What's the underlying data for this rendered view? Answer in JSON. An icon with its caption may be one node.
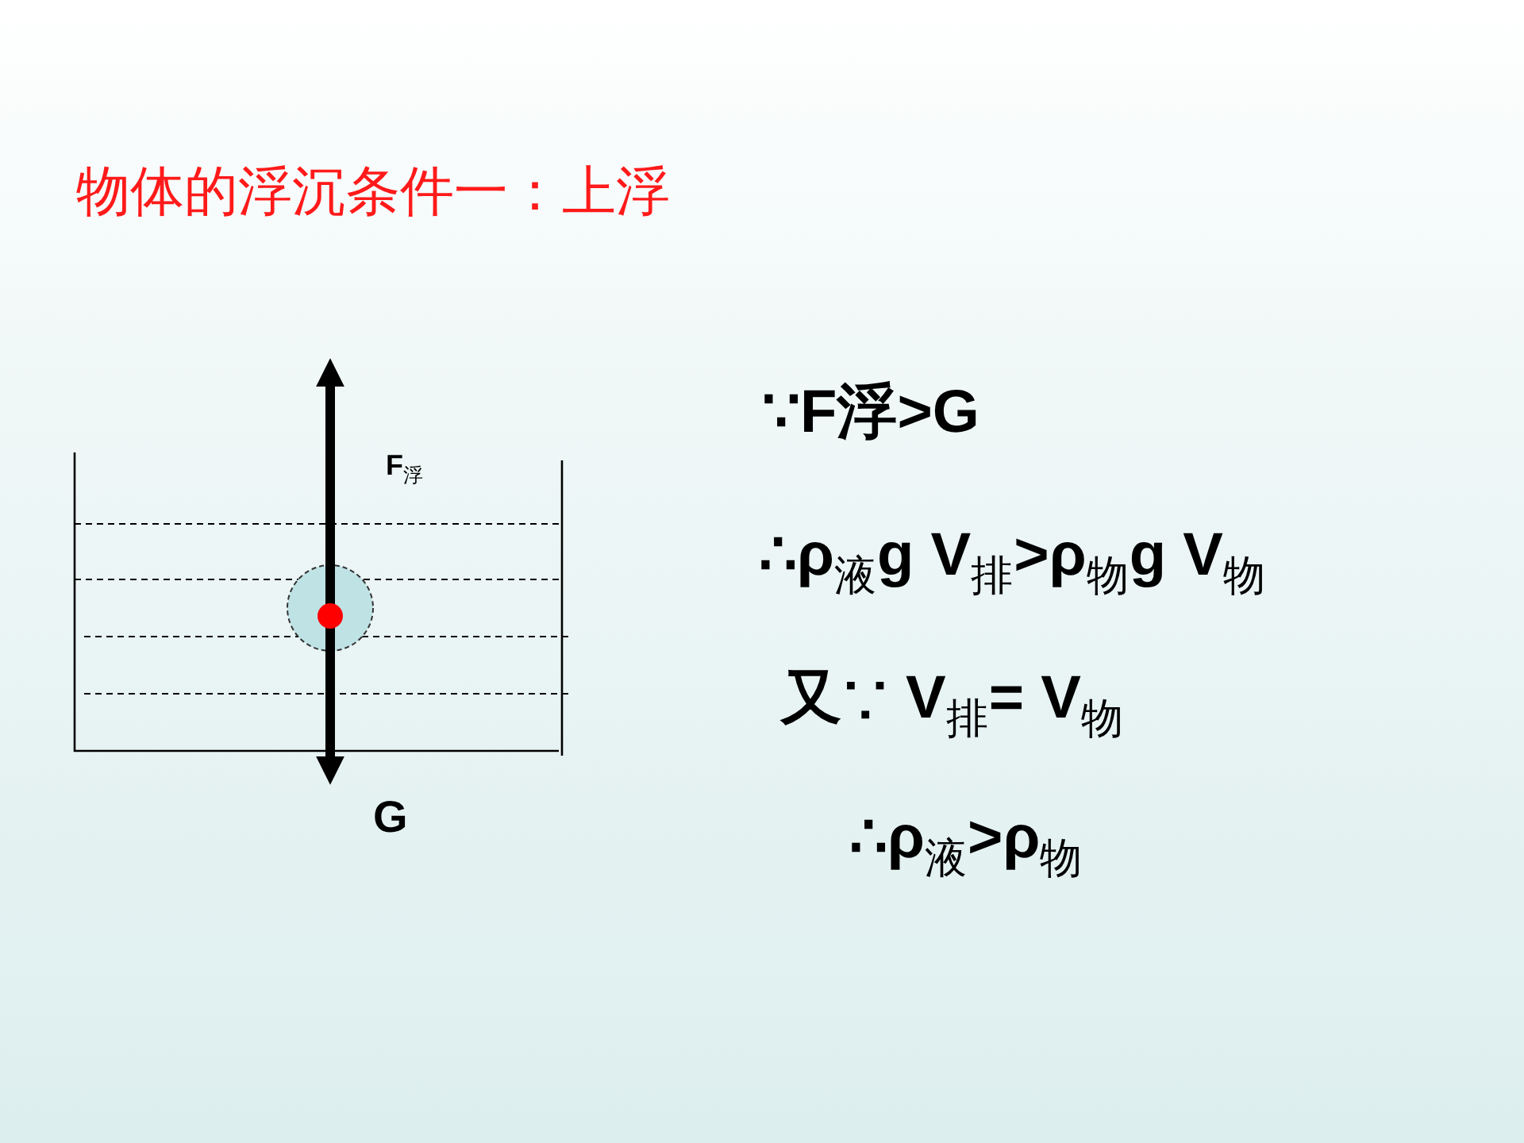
{
  "diagram": {
    "title": "物体的浮沉条件一：上浮",
    "labels": [
      "F$_{浮}$",
      "G",
      "∵F浮>G",
      "∴ρ$_{液}$g V$_{排}$>ρ$_{物}$g V$_{物}$",
      "又∵  V$_{排}$= V$_{物}$",
      "∴ρ$_{液}$>ρ$_{物}$"
    ]
  }
}
